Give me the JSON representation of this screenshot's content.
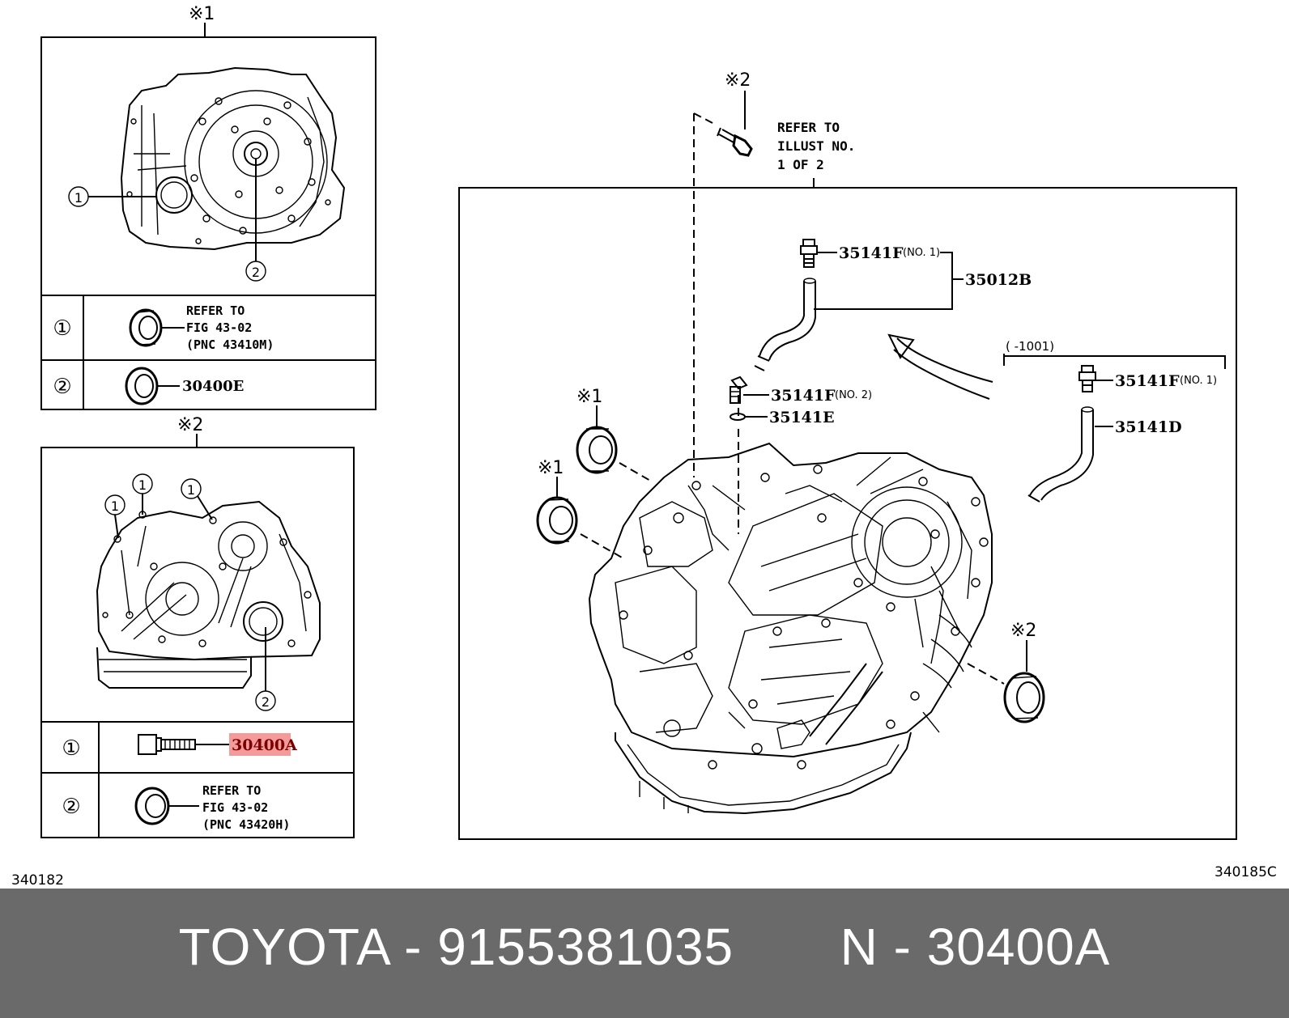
{
  "labels": {
    "mark1": "※1",
    "mark2": "※2",
    "circ1": "①",
    "circ2": "②",
    "p30400E": "30400E",
    "p30400A": "30400A",
    "p35141F": "35141F",
    "p35012B": "35012B",
    "p35141E": "35141E",
    "p35141D": "35141D",
    "no1": "(NO. 1)",
    "no2": "(NO. 2)",
    "range": "(     -1001)"
  },
  "refer_main": [
    "REFER TO",
    "ILLUST NO.",
    "1 OF 2"
  ],
  "refer_box1": [
    "REFER TO",
    "FIG 43-02",
    "(PNC 43410M)"
  ],
  "refer_box2": [
    "REFER TO",
    "FIG 43-02",
    "(PNC 43420H)"
  ],
  "codes": {
    "left": "340182",
    "right": "340185C"
  },
  "footer": {
    "text": "TOYOTA - 9155381035       N - 30400A"
  },
  "colors": {
    "highlight": "#f39a9a",
    "footer_bg": "#6a6a6a",
    "footer_text": "#ffffff"
  }
}
